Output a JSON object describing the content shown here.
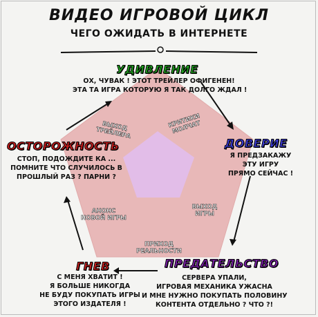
{
  "header": {
    "title": "ВИДЕО ИГРОВОЙ ЦИКЛ",
    "subtitle": "ЧЕГО ОЖИДАТЬ В ИНТЕРНЕТЕ"
  },
  "stages": {
    "amazement": {
      "title": "УДИВЛЕНИЕ",
      "color": "#1fa21f",
      "lines": [
        "ОХ, ЧУВАК ! ЭТОТ ТРЕЙЛЕР ОФИГЕНЕН!",
        "ЭТА ТА ИГРА КОТОРУЮ Я ТАК ДОЛГО ЖДАЛ !"
      ]
    },
    "trust": {
      "title": "ДОВЕРИЕ",
      "color": "#3b3bd6",
      "lines": [
        "Я ПРЕДЗАКАЖУ",
        "ЭТУ ИГРУ",
        "ПРЯМО СЕЙЧАС !"
      ]
    },
    "betrayal": {
      "title": "ПРЕДАТЕЛЬСТВО",
      "color": "#7b1fa8",
      "lines": [
        "СЕРВЕРА УПАЛИ,",
        "ИГРОВАЯ МЕХАНИКА УЖАСНА",
        "И МНЕ НУЖНО ПОКУПАТЬ ПОЛОВИНУ",
        "КОНТЕНТА ОТДЕЛЬНО ? ЧТО ?!"
      ]
    },
    "anger": {
      "title": "ГНЕВ",
      "color": "#c81e1e",
      "lines": [
        "С МЕНЯ ХВАТИТ !",
        "Я БОЛЬШЕ НИКОГДА",
        "НЕ БУДУ ПОКУПАТЬ ИГРЫ",
        "ЭТОГО ИЗДАТЕЛЯ !"
      ]
    },
    "caution": {
      "title": "ОСТОРОЖНОСТЬ",
      "color": "#c81e1e",
      "lines": [
        "СТОП, ПОДОЖДИТЕ КА ...",
        "ПОМНИТЕ ЧТО СЛУЧИЛОСЬ В",
        "ПРОШЛЫЙ РАЗ ? ПАРНИ ?"
      ]
    }
  },
  "edges": {
    "critics_silent": [
      "КРИТИКИ",
      "МОЛЧАТ"
    ],
    "games_release": [
      "ВЫХОД",
      "ИГРЫ"
    ],
    "reality_arrives": [
      "ПРИХОД",
      "РЕАЛЬНОСТИ"
    ],
    "new_game_announce": [
      "АНОНС",
      "НОВОЙ ИГРЫ"
    ],
    "trailer_release": [
      "ВЫХОД",
      "ТРЕЙЛЕРА"
    ]
  },
  "colors": {
    "pentagon_outer": "#e8b8b8",
    "pentagon_inner": "#e2bde8",
    "arrow": "#111111",
    "background": "#f4f4f2"
  }
}
